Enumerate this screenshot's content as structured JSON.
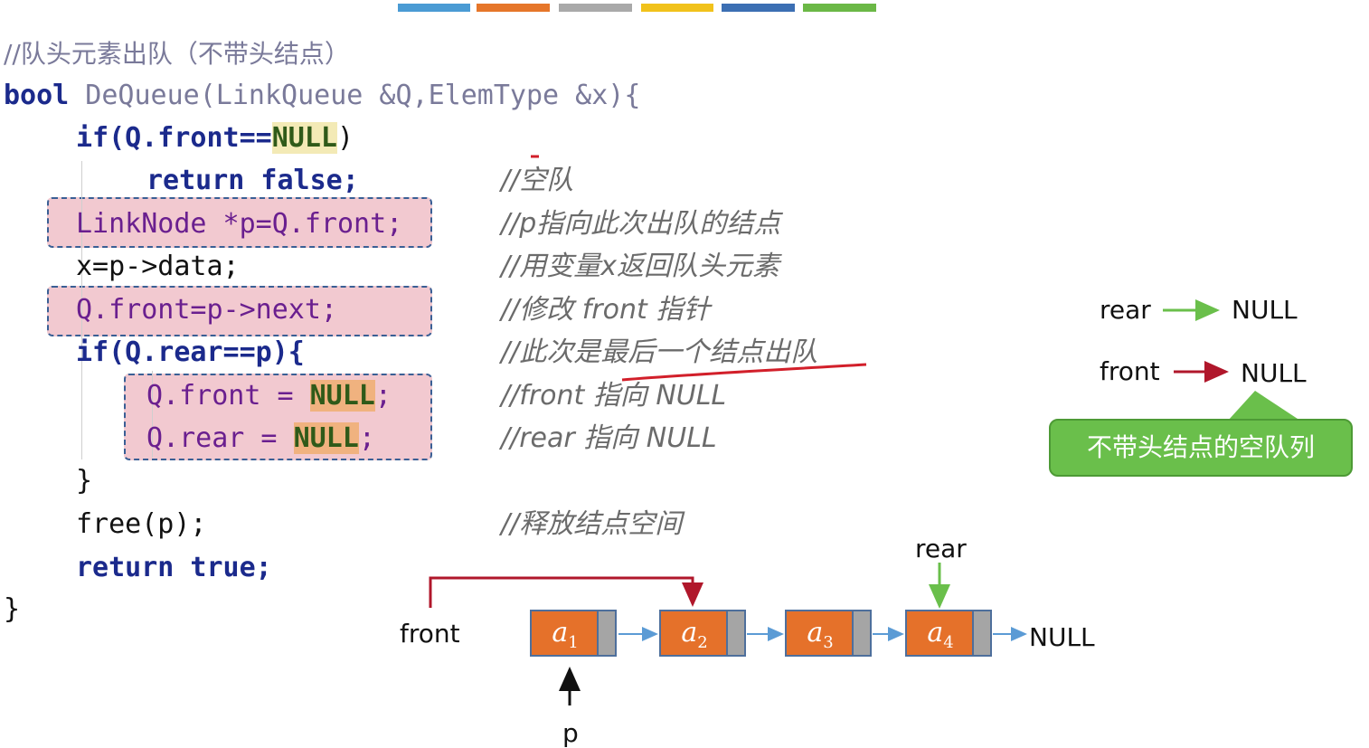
{
  "colors": {
    "bar_colors": [
      "#4a9bd4",
      "#e6762a",
      "#a9a9a9",
      "#f1c21b",
      "#3c6fb3",
      "#6bb846"
    ],
    "highlight_fill": "#f2c9d0",
    "node_fill": "#e5712a",
    "green_arrow": "#6abf4b",
    "red_arrow": "#b0172b"
  },
  "code": {
    "title_comment": "//队头元素出队（不带头结点）",
    "sig_bool": "bool",
    "sig_rest": " DeQueue(LinkQueue &Q,ElemType &x){",
    "line_if_front": "if(Q.front==",
    "null_word": "NULL",
    "close_paren": ")",
    "line_return_false": "return false;",
    "line_p": "LinkNode *p=Q.front;",
    "line_x": "x=p->data;",
    "line_front_next": "Q.front=p->next;",
    "line_if_rear": "if(Q.rear==p){",
    "line_front_null_prefix": "Q.front = ",
    "line_rear_null_prefix": "Q.rear = ",
    "semicolon": ";",
    "close_brace": "}",
    "line_free": "free(p);",
    "line_return_true": "return true;",
    "final_brace": "}"
  },
  "comments": {
    "c1": "//空队",
    "c2": "//p指向此次出队的结点",
    "c3": "//用变量x返回队头元素",
    "c4": "//修改 front 指针",
    "c5": "//此次是最后一个结点出队",
    "c6": "//front 指向 NULL",
    "c7": "//rear 指向 NULL",
    "c8": "//释放结点空间"
  },
  "empty_queue": {
    "rear_label": "rear",
    "rear_null": "NULL",
    "front_label": "front",
    "front_null": "NULL",
    "callout": "不带头结点的空队列"
  },
  "linked_list": {
    "front_label": "front",
    "rear_label": "rear",
    "p_label": "p",
    "null_label": "NULL",
    "nodes": [
      {
        "letter": "a",
        "index": "1"
      },
      {
        "letter": "a",
        "index": "2"
      },
      {
        "letter": "a",
        "index": "3"
      },
      {
        "letter": "a",
        "index": "4"
      }
    ]
  }
}
